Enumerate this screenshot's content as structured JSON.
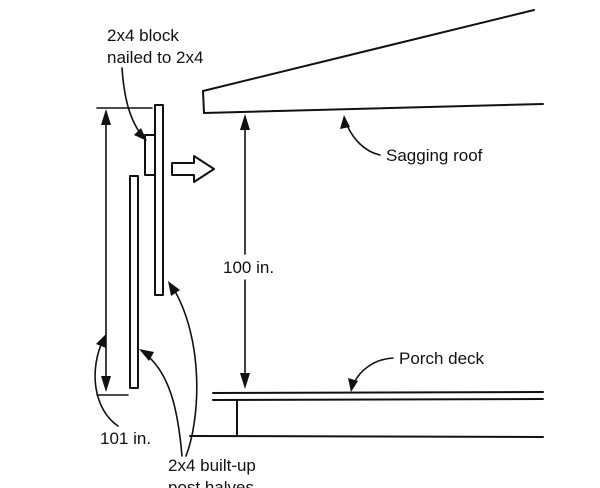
{
  "labels": {
    "block_line1": "2x4 block",
    "block_line2": "nailed to 2x4",
    "sagging_roof": "Sagging roof",
    "height_100": "100 in.",
    "porch_deck": "Porch deck",
    "height_101": "101 in.",
    "post_line1": "2x4 built-up",
    "post_line2": "post halves"
  }
}
